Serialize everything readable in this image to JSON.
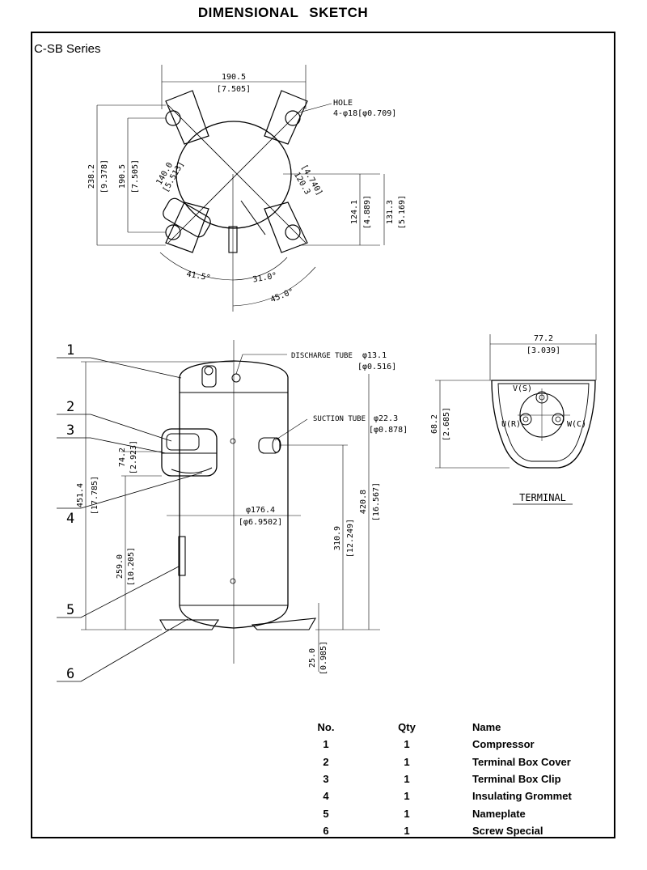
{
  "title": "DIMENSIONAL   SKETCH",
  "series": "C-SB  Series",
  "top_view": {
    "mount_spacing": "190.5",
    "mount_spacing_in": "[7.505]",
    "hole_label": "HOLE",
    "hole_spec": "4-φ18[φ0.709]",
    "height_outer": "238.2",
    "height_outer_in": "[9.378]",
    "height_inner": "190.5",
    "height_inner_in": "[7.505]",
    "radius_a": "140.0",
    "radius_a_in": "[5.513]",
    "radius_b": "120.3",
    "radius_b_in": "[4.740]",
    "right_dim_a": "124.1",
    "right_dim_a_in": "[4.889]",
    "right_dim_b": "131.3",
    "right_dim_b_in": "[5.169]",
    "angle_a": "41.5°",
    "angle_b": "31.0°",
    "angle_c": "45.0°"
  },
  "front_view": {
    "discharge_label": "DISCHARGE TUBE",
    "discharge_dia": "φ13.1",
    "discharge_dia_in": "[φ0.516]",
    "suction_label": "SUCTION TUBE",
    "suction_dia": "φ22.3",
    "suction_dia_in": "[φ0.878]",
    "body_dia": "φ176.4",
    "body_dia_in": "[φ6.9502]",
    "total_height": "451.4",
    "total_height_in": "[17.785]",
    "terminal_height": "259.0",
    "terminal_height_in": "[10.205]",
    "terminal_box": "74.2",
    "terminal_box_in": "[2.923]",
    "suction_height": "310.9",
    "suction_height_in": "[12.249]",
    "discharge_height": "420.8",
    "discharge_height_in": "[16.567]",
    "base_height": "25.0",
    "base_height_in": "[0.985]",
    "callouts": [
      "1",
      "2",
      "3",
      "4",
      "5",
      "6"
    ]
  },
  "terminal_view": {
    "width": "77.2",
    "width_in": "[3.039]",
    "height": "68.2",
    "height_in": "[2.685]",
    "pin_s": "V(S)",
    "pin_r": "U(R)",
    "pin_c": "W(C)",
    "caption": "TERMINAL"
  },
  "parts_table": {
    "headers": {
      "no": "No.",
      "qty": "Qty",
      "name": "Name"
    },
    "rows": [
      {
        "no": "1",
        "qty": "1",
        "name": "Compressor"
      },
      {
        "no": "2",
        "qty": "1",
        "name": "Terminal Box Cover"
      },
      {
        "no": "3",
        "qty": "1",
        "name": "Terminal Box Clip"
      },
      {
        "no": "4",
        "qty": "1",
        "name": "Insulating  Grommet"
      },
      {
        "no": "5",
        "qty": "1",
        "name": "Nameplate"
      },
      {
        "no": "6",
        "qty": "1",
        "name": "Screw Special"
      }
    ]
  }
}
